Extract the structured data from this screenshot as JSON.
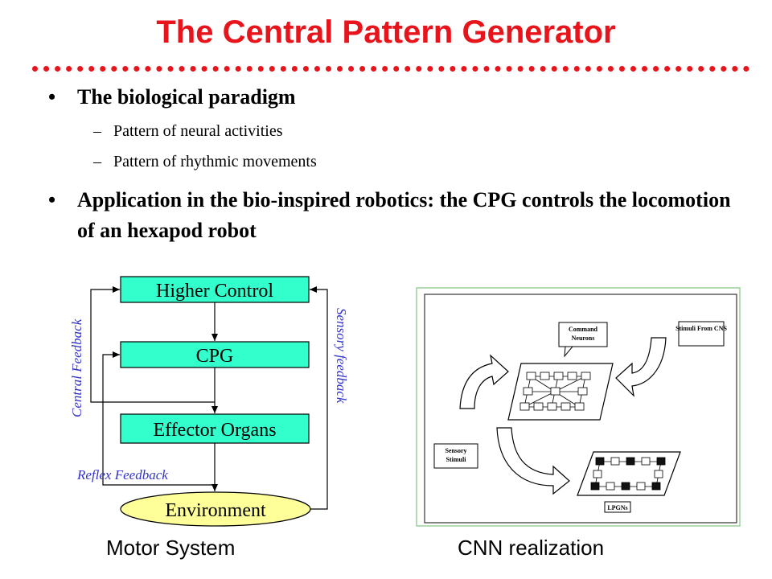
{
  "title": "The Central Pattern Generator",
  "bullets": [
    {
      "text": "The biological paradigm",
      "sub": [
        "Pattern of neural activities",
        "Pattern of rhythmic movements"
      ]
    },
    {
      "text": "Application in the bio-inspired robotics: the CPG controls the locomotion of an hexapod robot"
    }
  ],
  "marks": {
    "bullet": "•",
    "dash": "–"
  },
  "diagram": {
    "boxes": {
      "higher_control": "Higher Control",
      "cpg": "CPG",
      "effector": "Effector Organs",
      "environment": "Environment"
    },
    "labels": {
      "central_feedback": "Central Feedback",
      "sensory_feedback": "Sensory feedback",
      "reflex_feedback": "Reflex Feedback"
    },
    "colors": {
      "box_fill": "#33ffcc",
      "env_fill": "#ffff99",
      "label": "#3333cc",
      "title": "#e8141b"
    }
  },
  "cnn_figure": {
    "command_neurons": "Command Neurons",
    "stimuli_cns": "Stimuli From CNS",
    "sensory_stimuli": "Sensory Stimuli",
    "lpgns": "LPGNs"
  },
  "captions": {
    "left": "Motor System",
    "right": "CNN realization"
  }
}
